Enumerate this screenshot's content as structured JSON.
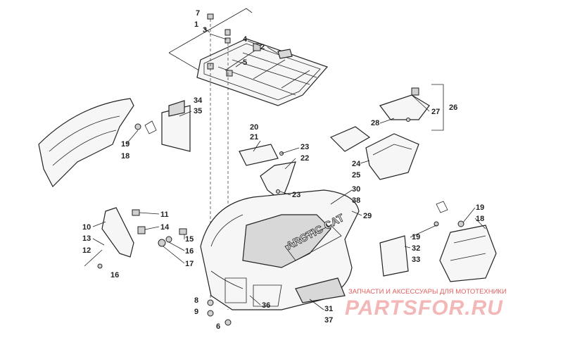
{
  "callouts": [
    "7",
    "1",
    "3",
    "4",
    "5",
    "2",
    "34",
    "35",
    "19",
    "18",
    "20",
    "21",
    "23",
    "22",
    "23",
    "30",
    "38",
    "29",
    "24",
    "25",
    "28",
    "27",
    "26",
    "11",
    "10",
    "14",
    "13",
    "12",
    "16",
    "15",
    "16",
    "17",
    "19",
    "18",
    "32",
    "33",
    "19",
    "8",
    "9",
    "6",
    "36",
    "31",
    "37"
  ],
  "hood_lettering": "ARCTIC CAT",
  "watermark": {
    "tagline": "ЗАПЧАСТИ И АКСЕССУАРЫ ДЛЯ МОТОТЕХНИКИ",
    "logo": "PARTSFOR.RU",
    "accent_color": "#e06060"
  }
}
